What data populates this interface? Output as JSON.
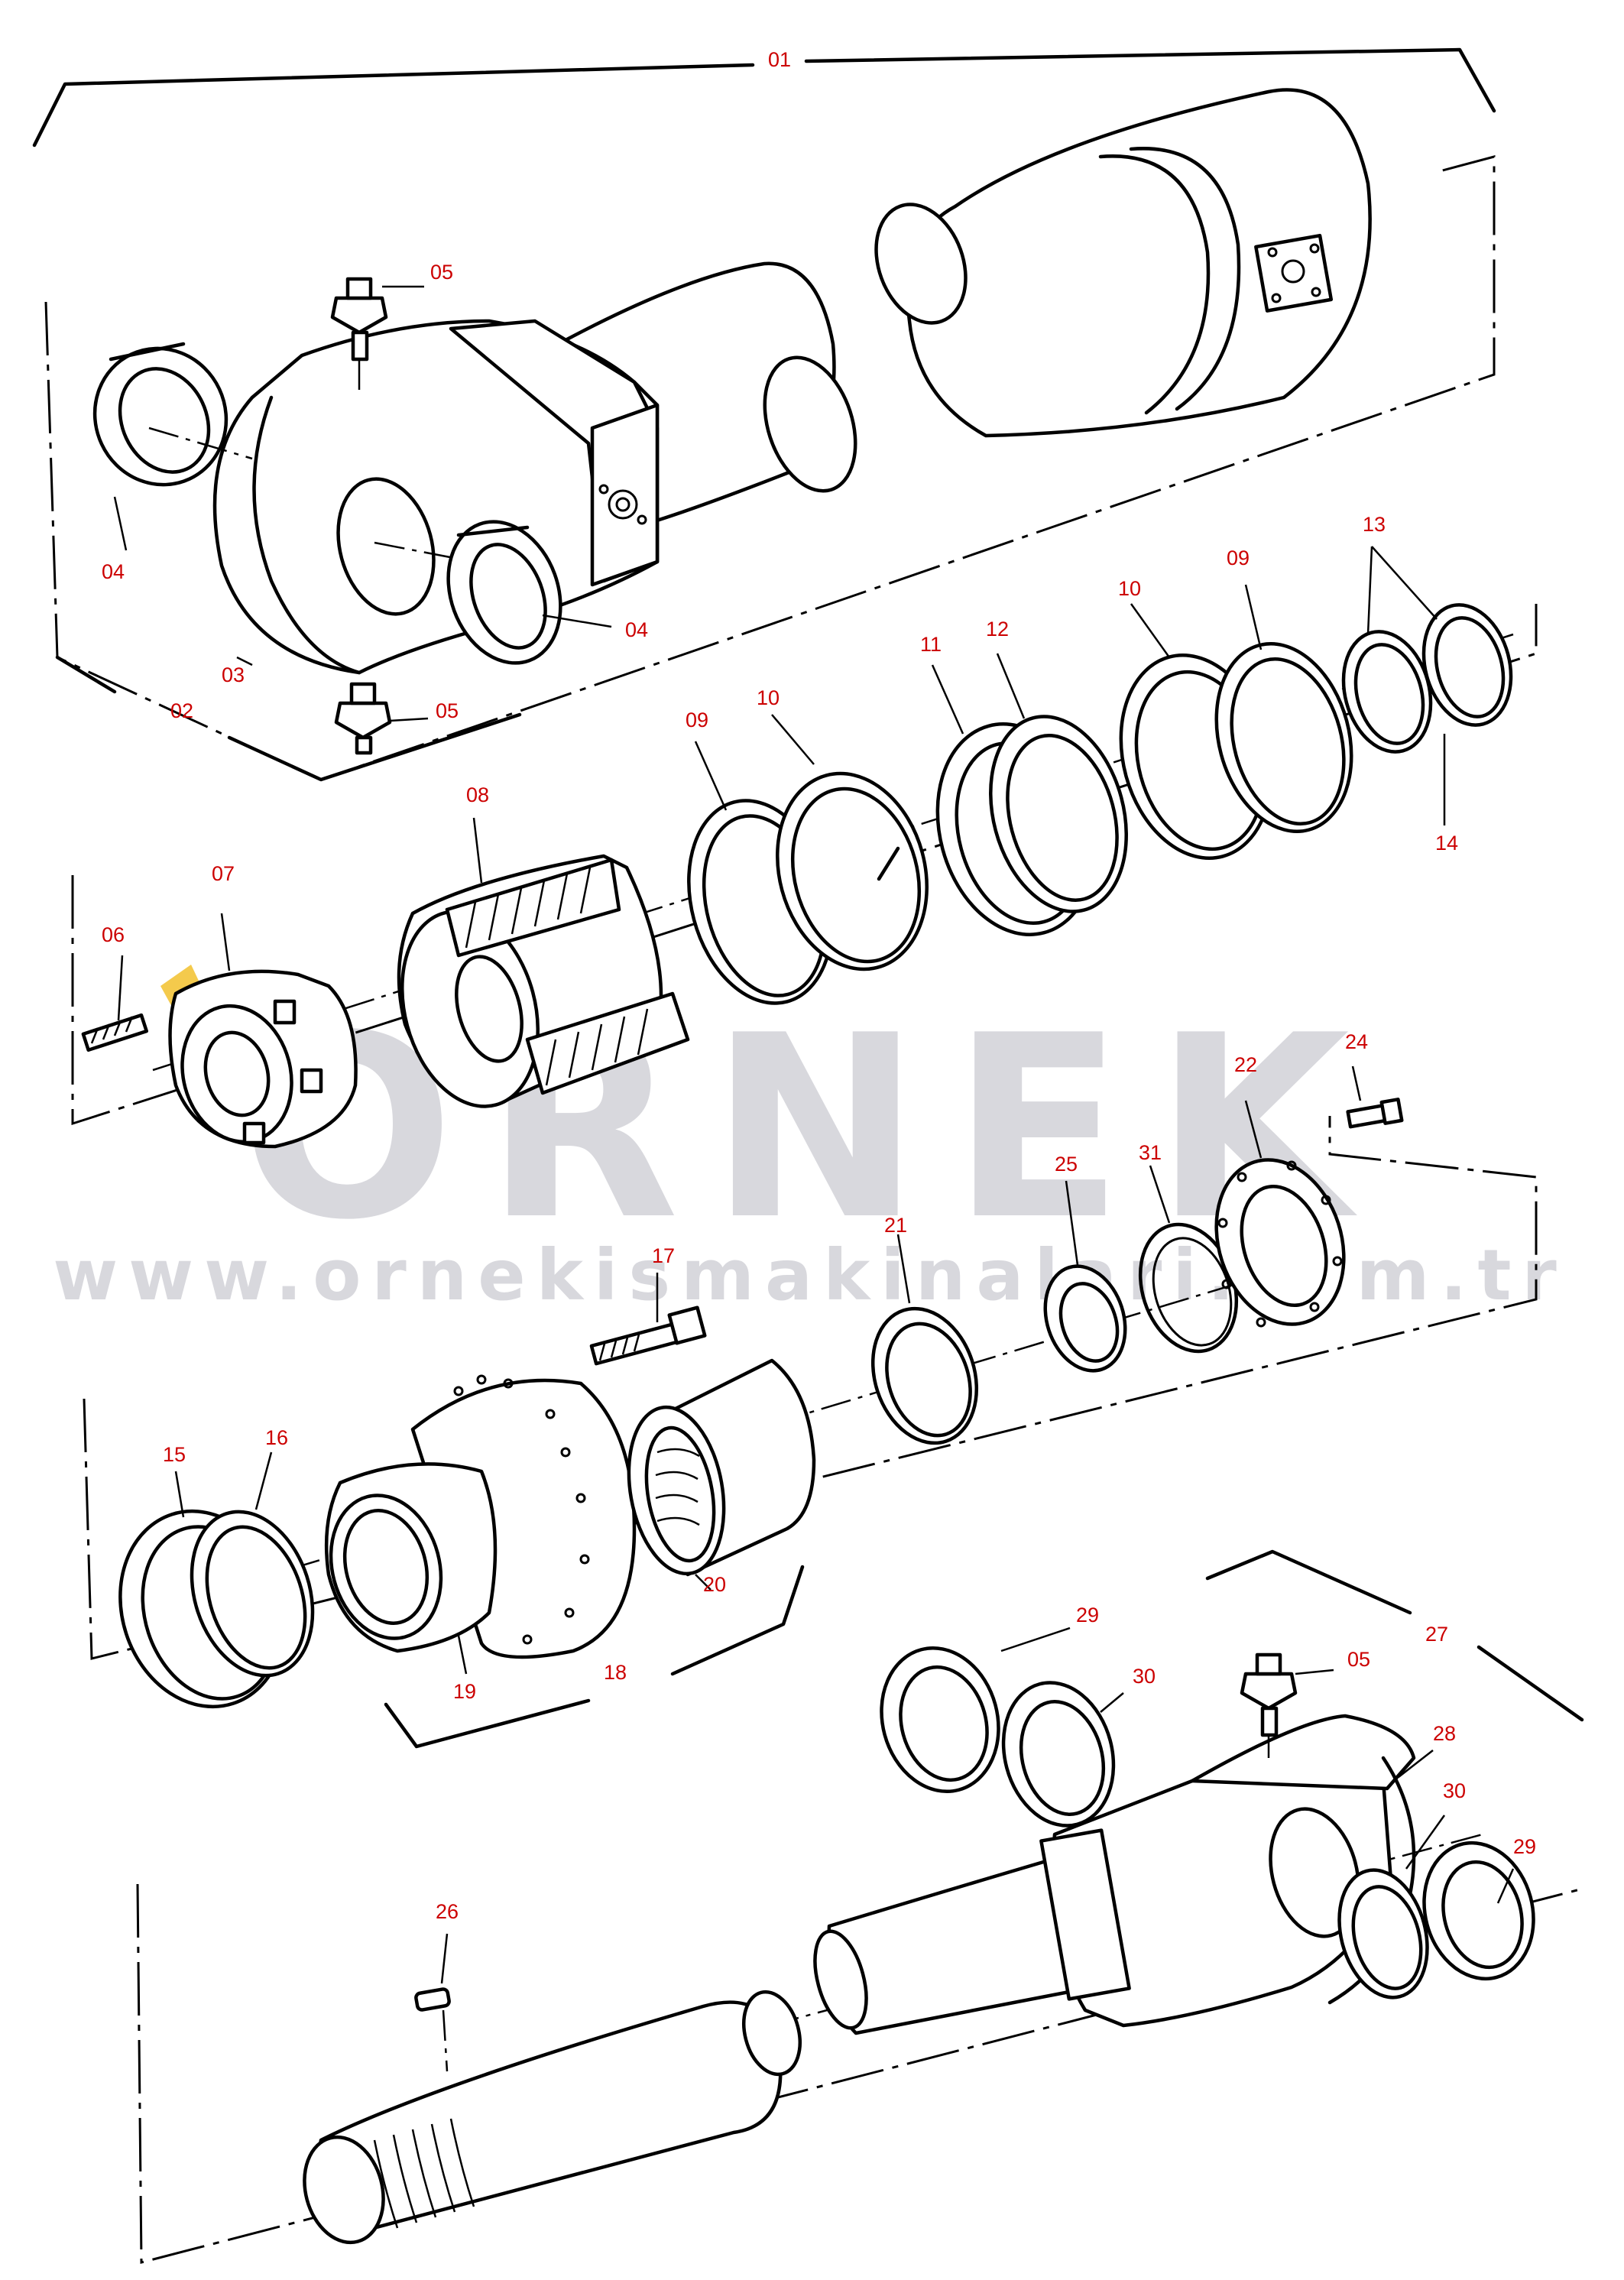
{
  "watermark": {
    "brand": "ORNEK",
    "url": "www.ornekismakinalari.com.tr",
    "color": "#a9a9b4",
    "accent": "#f0b400"
  },
  "callouts": {
    "c01": "01",
    "c02": "02",
    "c03": "03",
    "c04a": "04",
    "c04b": "04",
    "c05a": "05",
    "c05b": "05",
    "c05c": "05",
    "c06": "06",
    "c07": "07",
    "c08": "08",
    "c09a": "09",
    "c09b": "09",
    "c10a": "10",
    "c10b": "10",
    "c11": "11",
    "c12": "12",
    "c13": "13",
    "c14": "14",
    "c15": "15",
    "c16": "16",
    "c17": "17",
    "c18": "18",
    "c19": "19",
    "c20": "20",
    "c21": "21",
    "c22": "22",
    "c24": "24",
    "c25": "25",
    "c26": "26",
    "c27": "27",
    "c28": "28",
    "c29a": "29",
    "c29b": "29",
    "c30a": "30",
    "c30b": "30",
    "c31": "31"
  },
  "colors": {
    "line": "#000000",
    "callout": "#cc0000",
    "background": "#ffffff"
  }
}
